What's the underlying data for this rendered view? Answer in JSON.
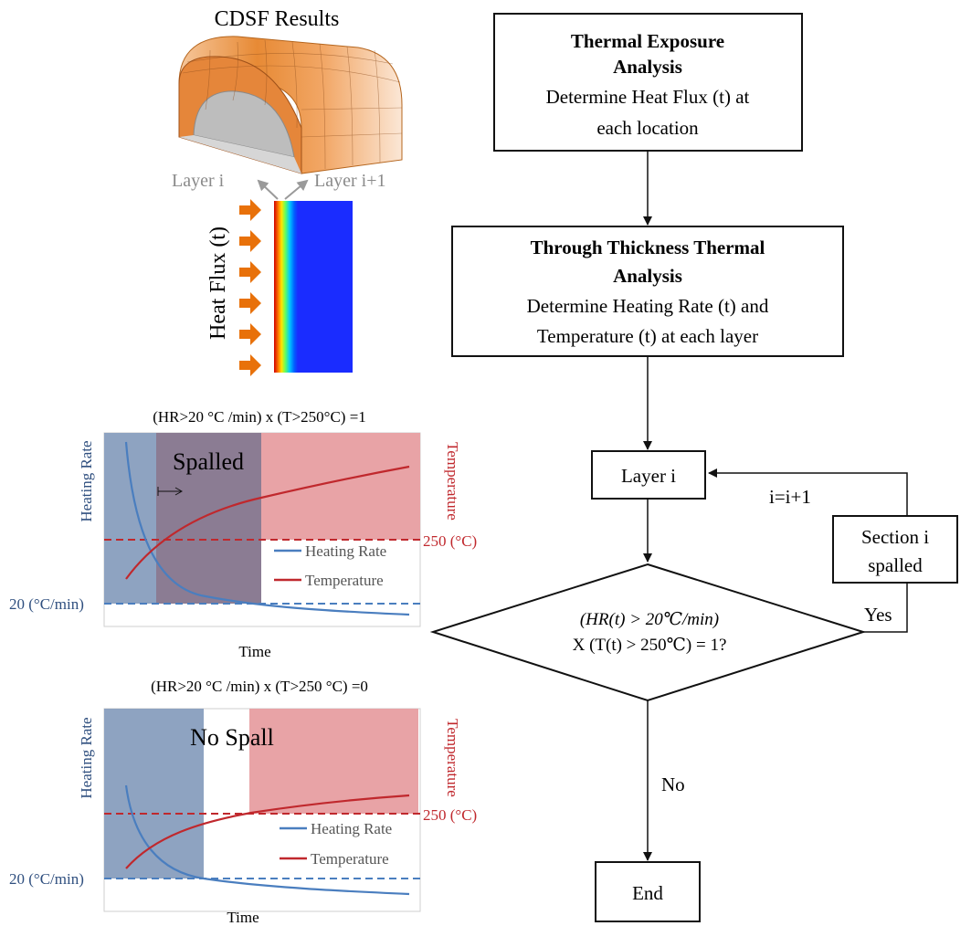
{
  "cdsf": {
    "title": "CDSF Results",
    "layer_i": "Layer i",
    "layer_i1": "Layer i+1",
    "heat_flux": "Heat Flux (t)"
  },
  "flow": {
    "box1": {
      "title1": "Thermal Exposure",
      "title2": "Analysis",
      "line1": "Determine Heat Flux (t) at",
      "line2": "each location"
    },
    "box2": {
      "title1": "Through Thickness Thermal",
      "title2": "Analysis",
      "line1": "Determine Heating Rate (t) and",
      "line2": "Temperature (t) at each layer"
    },
    "layer_box": "Layer i",
    "diamond": {
      "line1": "(HR(t) > 20℃/min)",
      "line2": "X (T(t) > 250℃) = 1?"
    },
    "section_box": {
      "line1": "Section i",
      "line2": "spalled"
    },
    "loop_label": "i=i+1",
    "yes_label": "Yes",
    "no_label": "No",
    "end_box": "End"
  },
  "charts": [
    {
      "condition": "(HR>20 °C /min) x (T>250°C) =1",
      "overlay_label": "Spalled",
      "ylabel_left": "Heating Rate",
      "ylabel_right": "Temperature",
      "threshold_temp_label": "250 (°C)",
      "threshold_hr_label": "20 (°C/min)",
      "legend_hr": "Heating Rate",
      "legend_temp": "Temperature",
      "xlabel": "Time"
    },
    {
      "condition": "(HR>20 °C /min) x (T>250  °C) =0",
      "overlay_label": "No Spall",
      "ylabel_left": "Heating Rate",
      "ylabel_right": "Temperature",
      "threshold_temp_label": "250 (°C)",
      "threshold_hr_label": "20 (°C/min)",
      "legend_hr": "Heating Rate",
      "legend_temp": "Temperature",
      "xlabel": "Time"
    }
  ],
  "colors": {
    "hr_blue": "#4a7ebf",
    "temp_red": "#c0282d",
    "hr_region": "#8ea3c1",
    "temp_region": "#e8a3a6",
    "overlap_region": "#8b7c93",
    "arrow_orange": "#e8710a"
  }
}
